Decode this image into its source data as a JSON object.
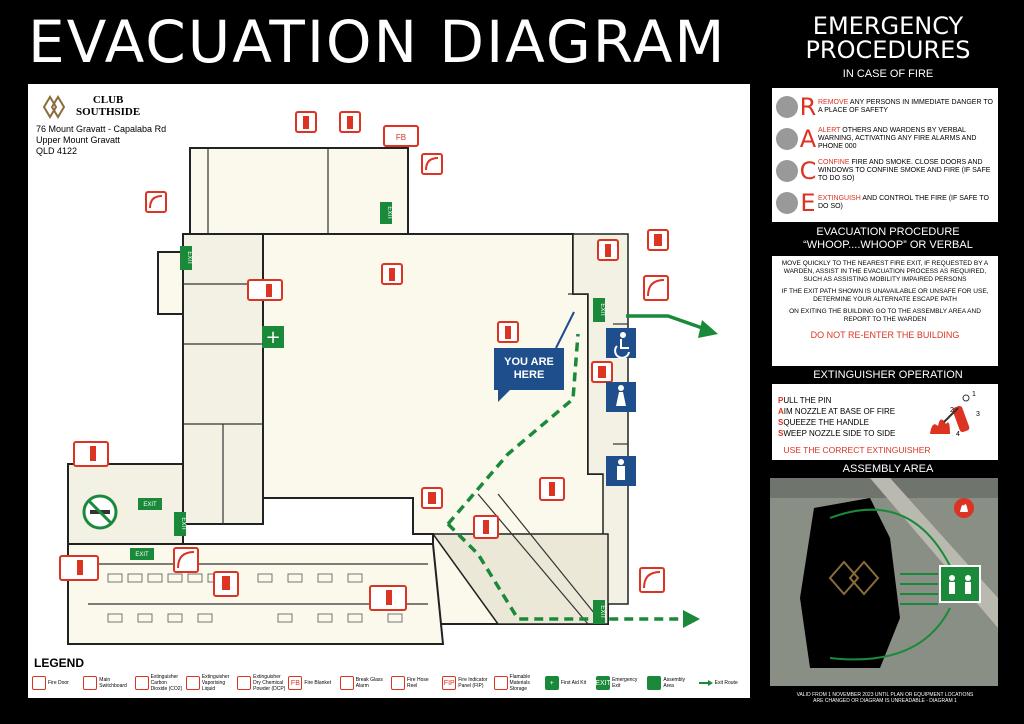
{
  "title": "EVACUATION DIAGRAM",
  "club": {
    "name_line1": "CLUB",
    "name_line2": "SOUTHSIDE",
    "address_line1": "76 Mount Gravatt - Capalaba Rd",
    "address_line2": "Upper Mount Gravatt",
    "address_line3": "QLD 4122"
  },
  "map": {
    "you_are_here_line1": "YOU ARE",
    "you_are_here_line2": "HERE",
    "exit_label": "EXIT"
  },
  "legend": {
    "title": "LEGEND",
    "items": [
      {
        "label": "Fire Door",
        "icon": "fire-door-icon",
        "glyph": ""
      },
      {
        "label": "Main Switchboard",
        "icon": "switchboard-icon",
        "glyph": ""
      },
      {
        "label": "Extinguisher Carbon Dioxide (CO2)",
        "icon": "co2-extinguisher-icon",
        "glyph": ""
      },
      {
        "label": "Extinguisher Vaporising Liquid",
        "icon": "vaporising-extinguisher-icon",
        "glyph": ""
      },
      {
        "label": "Extinguisher Dry Chemical Powder (DCP)",
        "icon": "dcp-extinguisher-icon",
        "glyph": ""
      },
      {
        "label": "Fire Blanket",
        "icon": "fire-blanket-icon",
        "glyph": "FB"
      },
      {
        "label": "Break Glass Alarm",
        "icon": "break-glass-alarm-icon",
        "glyph": ""
      },
      {
        "label": "Fire Hose Reel",
        "icon": "fire-hose-reel-icon",
        "glyph": ""
      },
      {
        "label": "Fire Indicator Panel (FIP)",
        "icon": "fip-icon",
        "glyph": "FIP"
      },
      {
        "label": "Flamable Materials Storage",
        "icon": "flammable-storage-icon",
        "glyph": ""
      },
      {
        "label": "First Aid Kit",
        "icon": "first-aid-icon",
        "glyph": "+"
      },
      {
        "label": "Emergency Exit",
        "icon": "emergency-exit-icon",
        "glyph": "EXIT"
      },
      {
        "label": "Assembly Area",
        "icon": "assembly-area-icon",
        "glyph": ""
      },
      {
        "label": "Exit Route",
        "icon": "exit-route-icon",
        "glyph": ""
      }
    ]
  },
  "procedures": {
    "title_line1": "EMERGENCY",
    "title_line2": "PROCEDURES",
    "subtitle": "IN CASE OF FIRE",
    "race": [
      {
        "letter": "R",
        "key": "REMOVE",
        "text": " ANY PERSONS IN IMMEDIATE DANGER TO A PLACE OF SAFETY",
        "icon": "person-icon"
      },
      {
        "letter": "A",
        "key": "ALERT",
        "text": " OTHERS AND WARDENS BY VERBAL WARNING, ACTIVATING ANY FIRE ALARMS AND PHONE 000",
        "icon": "alarm-phone-icon"
      },
      {
        "letter": "C",
        "key": "CONFINE",
        "text": " FIRE AND SMOKE. CLOSE DOORS AND WINDOWS TO CONFINE SMOKE AND FIRE (IF SAFE TO DO SO)",
        "icon": "door-icon"
      },
      {
        "letter": "E",
        "key": "EXTINGUISH",
        "text": " AND CONTROL THE FIRE (IF SAFE TO DO SO)",
        "icon": "fire-icon"
      }
    ],
    "evac_heading_line1": "EVACUATION PROCEDURE",
    "evac_heading_line2": "“WHOOP....WHOOP” OR VERBAL",
    "evac_p1": "MOVE QUICKLY TO THE NEAREST FIRE EXIT, IF REQUESTED BY A WARDEN, ASSIST IN THE EVACUATION PROCESS AS REQUIRED, SUCH AS ASSISTING MOBILITY IMPAIRED PERSONS",
    "evac_p2": "IF THE EXIT PATH SHOWN IS UNAVAILABLE OR UNSAFE FOR USE, DETERMINE YOUR ALTERNATE ESCAPE PATH",
    "evac_p3": "ON EXITING THE BUILDING GO TO THE ASSEMBLY AREA AND REPORT TO THE WARDEN",
    "evac_warning": "DO NOT RE-ENTER THE BUILDING",
    "ext_heading": "EXTINGUISHER OPERATION",
    "pass": [
      {
        "key": "P",
        "rest": "ULL THE PIN"
      },
      {
        "key": "A",
        "rest": "IM NOZZLE AT BASE OF FIRE"
      },
      {
        "key": "S",
        "rest": "QUEEZE THE HANDLE"
      },
      {
        "key": "S",
        "rest": "WEEP NOZZLE SIDE TO SIDE"
      }
    ],
    "pass_steps": [
      "1",
      "2",
      "3",
      "4"
    ],
    "ext_warning": "USE THE CORRECT EXTINGUISHER",
    "assembly_heading": "ASSEMBLY AREA",
    "valid_line1": "VALID FROM 1 NOVEMBER 2023 UNTIL PLAN OR EQUIPMENT LOCATIONS",
    "valid_line2": "ARE CHANGED OR DIAGRAM IS UNREADABLE - DIAGRAM 1"
  },
  "colors": {
    "exit_green": "#1a8a3a",
    "alert_red": "#d32222",
    "here_blue": "#1f4e8c",
    "floor": "#fbf8ec"
  }
}
